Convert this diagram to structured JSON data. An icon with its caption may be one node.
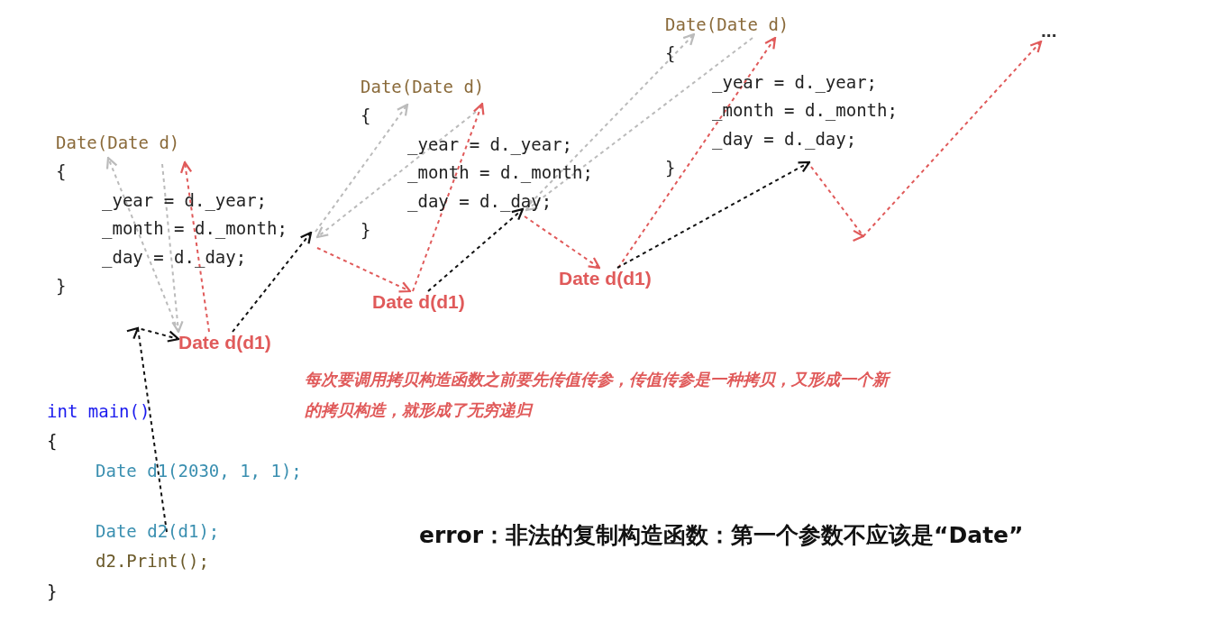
{
  "diagram": {
    "nodes": [
      {
        "text": [
          "int main()",
          "{",
          "Date d1(2030, 1, 1);",
          "Date d2(d1);",
          "d2.Print();",
          "}"
        ]
      },
      {
        "text": [
          "Date d(d1)"
        ]
      },
      {
        "text": [
          "Date(Date d)",
          "{",
          "_year = d._year;",
          "_month = d._month;",
          "_day = d._day;",
          "}"
        ]
      },
      {
        "text": [
          "Date d(d1)"
        ]
      },
      {
        "text": [
          "Date(Date d)",
          "{",
          "_year = d._year;",
          "_month = d._month;",
          "_day = d._day;",
          "}"
        ]
      },
      {
        "text": [
          "Date d(d1)"
        ]
      },
      {
        "text": [
          "Date(Date d)",
          "{",
          "_year = d._year;",
          "_month = d._month;",
          "_day = d._day;",
          "}"
        ]
      },
      {
        "text": [
          "..."
        ]
      }
    ],
    "edges": [
      {
        "from": 0,
        "to": 1,
        "arrow": "to",
        "style": "dashed",
        "color": "#111111"
      },
      {
        "from": 1,
        "to": 2,
        "arrow": "to",
        "style": "dashed"
      },
      {
        "from": 1,
        "to": 2,
        "arrow": "to",
        "style": "dashed",
        "color": "#bbbbbb"
      },
      {
        "from": 2,
        "to": 1,
        "arrow": "to",
        "style": "dashed",
        "color": "#bbbbbb"
      },
      {
        "from": 1,
        "to": 2,
        "arrow": "to",
        "style": "dashed",
        "color": "#111111"
      },
      {
        "from": 2,
        "to": 3,
        "arrow": "to",
        "style": "dashed"
      },
      {
        "from": 3,
        "to": 4,
        "arrow": "to",
        "style": "dashed"
      },
      {
        "from": 4,
        "to": 2,
        "arrow": "to",
        "style": "dashed",
        "color": "#bbbbbb"
      },
      {
        "from": 2,
        "to": 4,
        "arrow": "to",
        "style": "dashed",
        "color": "#bbbbbb"
      },
      {
        "from": 3,
        "to": 4,
        "arrow": "to",
        "style": "dashed",
        "color": "#111111"
      },
      {
        "from": 4,
        "to": 5,
        "arrow": "to",
        "style": "dashed"
      },
      {
        "from": 5,
        "to": 6,
        "arrow": "to",
        "style": "dashed"
      },
      {
        "from": 6,
        "to": 4,
        "arrow": "to",
        "style": "dashed",
        "color": "#bbbbbb"
      },
      {
        "from": 4,
        "to": 6,
        "arrow": "to",
        "style": "dashed",
        "color": "#bbbbbb"
      },
      {
        "from": 5,
        "to": 6,
        "arrow": "to",
        "style": "dashed",
        "color": "#111111"
      },
      {
        "from": 6,
        "to": 7,
        "arrow": "to",
        "style": "dashed"
      }
    ],
    "labels": [
      "每次要调用拷贝构造函数之前要先传值传参，传值传参是一种拷贝，又形成一个新的拷贝构造，就形成了无穷递归",
      "error：非法的复制构造函数：第一个参数不应该是“Date”"
    ]
  }
}
